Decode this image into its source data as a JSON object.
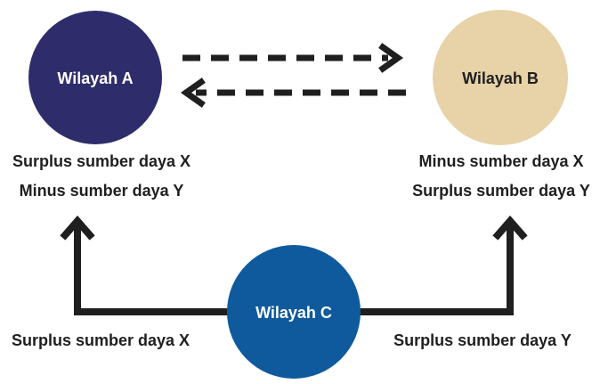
{
  "regions": {
    "a": {
      "name": "Wilayah A",
      "fill": "#2f2c6b",
      "text_color": "#ffffff"
    },
    "b": {
      "name": "Wilayah B",
      "fill": "#e8d2a8",
      "text_color": "#1f1f1f"
    },
    "c": {
      "name": "Wilayah C",
      "fill": "#0f5a9c",
      "text_color": "#ffffff"
    }
  },
  "labels": {
    "a_line1": "Surplus sumber daya X",
    "a_line2": "Minus sumber daya Y",
    "b_line1": "Minus sumber daya X",
    "b_line2": "Surplus sumber daya Y",
    "c_left": "Surplus sumber daya X",
    "c_right": "Surplus sumber daya Y"
  },
  "colors": {
    "arrow": "#1f1f1f",
    "label_text": "#1f1f1f"
  }
}
